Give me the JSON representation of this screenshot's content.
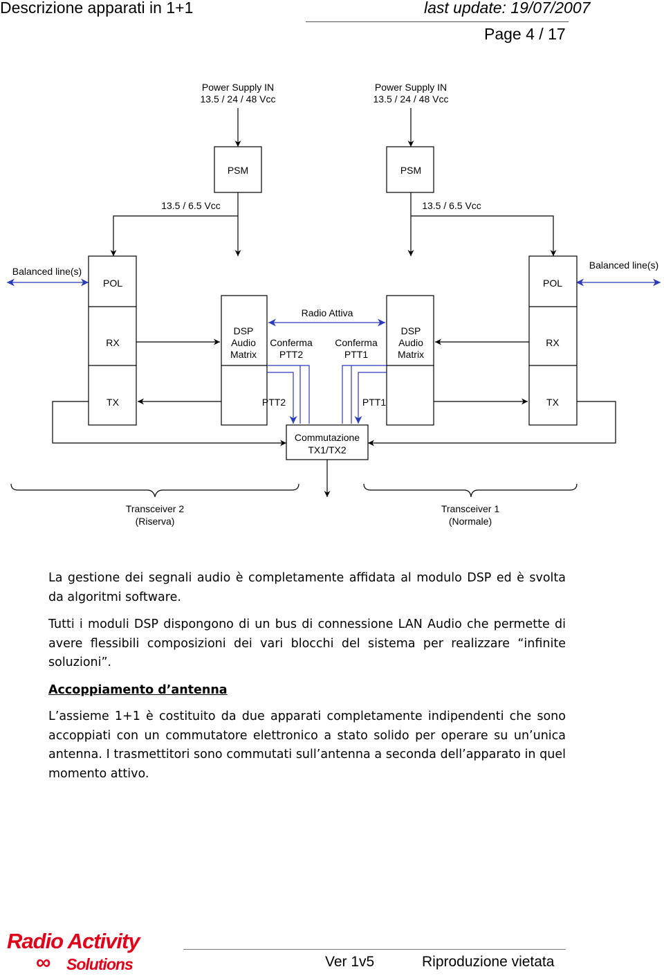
{
  "header": {
    "title": "Descrizione apparati in 1+1",
    "update": "last update: 19/07/2007",
    "page": "Page 4 / 17"
  },
  "diagram": {
    "ps_left_1": "Power Supply IN",
    "ps_left_2": "13.5 / 24 / 48 Vcc",
    "ps_right_1": "Power Supply IN",
    "ps_right_2": "13.5 / 24 / 48 Vcc",
    "psm_left": "PSM",
    "psm_right": "PSM",
    "vcc_left": "13.5 / 6.5 Vcc",
    "vcc_right": "13.5 / 6.5 Vcc",
    "balanced_left": "Balanced line(s)",
    "balanced_right": "Balanced line(s)",
    "pol_left": "POL",
    "pol_right": "POL",
    "radio_attiva": "Radio Attiva",
    "rx_left": "RX",
    "rx_right": "RX",
    "dsp_left_1": "DSP",
    "dsp_left_2": "Audio",
    "dsp_left_3": "Matrix",
    "dsp_right_1": "DSP",
    "dsp_right_2": "Audio",
    "dsp_right_3": "Matrix",
    "conferma_ptt2_1": "Conferma",
    "conferma_ptt2_2": "PTT2",
    "conferma_ptt1_1": "Conferma",
    "conferma_ptt1_2": "PTT1",
    "tx_left": "TX",
    "tx_right": "TX",
    "ptt2": "PTT2",
    "ptt1": "PTT1",
    "commutazione_1": "Commutazione",
    "commutazione_2": "TX1/TX2",
    "transceiver2_1": "Transceiver 2",
    "transceiver2_2": "(Riserva)",
    "transceiver1_1": "Transceiver 1",
    "transceiver1_2": "(Normale)"
  },
  "body": {
    "p1": "La gestione dei segnali audio è completamente affidata al modulo DSP ed è svolta da algoritmi software.",
    "p2": "Tutti i moduli DSP dispongono di un bus di connessione LAN Audio che permette di avere flessibili composizioni dei vari blocchi del sistema per realizzare “infinite soluzioni”.",
    "heading": "Accoppiamento d’antenna",
    "p3": "L’assieme 1+1 è costituito da due apparati completamente indipendenti che sono accoppiati con un commutatore elettronico a stato solido per operare su un’unica antenna. I trasmettitori sono commutati sull’antenna a seconda dell’apparato in quel momento attivo."
  },
  "footer": {
    "logo_main": "Radio Activity",
    "logo_symbol": "∞",
    "logo_sub": "Solutions",
    "version": "Ver 1v5",
    "rights": "Riproduzione vietata"
  },
  "colors": {
    "logo": "#e0001a",
    "link_blue": "#2a3ab8"
  }
}
